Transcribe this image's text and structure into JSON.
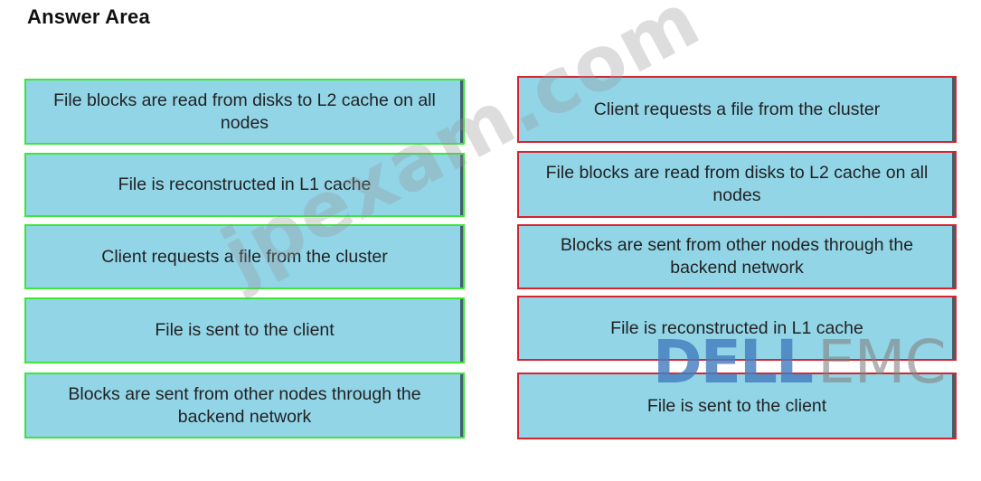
{
  "header": {
    "title": "Answer Area"
  },
  "source_actions": [
    {
      "label": "File blocks are read from disks to L2 cache on all nodes"
    },
    {
      "label": "File is reconstructed in L1 cache"
    },
    {
      "label": "Client requests a file from the cluster"
    },
    {
      "label": "File is sent to the client"
    },
    {
      "label": "Blocks are sent from other nodes through the backend network"
    }
  ],
  "answer_sequence": [
    {
      "label": "Client requests a file from the cluster"
    },
    {
      "label": "File blocks are read from disks to L2 cache on all nodes"
    },
    {
      "label": "Blocks are sent from other nodes through the backend network"
    },
    {
      "label": "File is reconstructed in L1 cache"
    },
    {
      "label": "File is sent to the client"
    }
  ],
  "watermark": {
    "text": "jpexam.com"
  },
  "logo": {
    "brand": "DELL",
    "suffix": "EMC"
  },
  "colors": {
    "box_fill": "#92d5e7",
    "left_border": "#3ee63a",
    "right_border": "#d8232f"
  }
}
